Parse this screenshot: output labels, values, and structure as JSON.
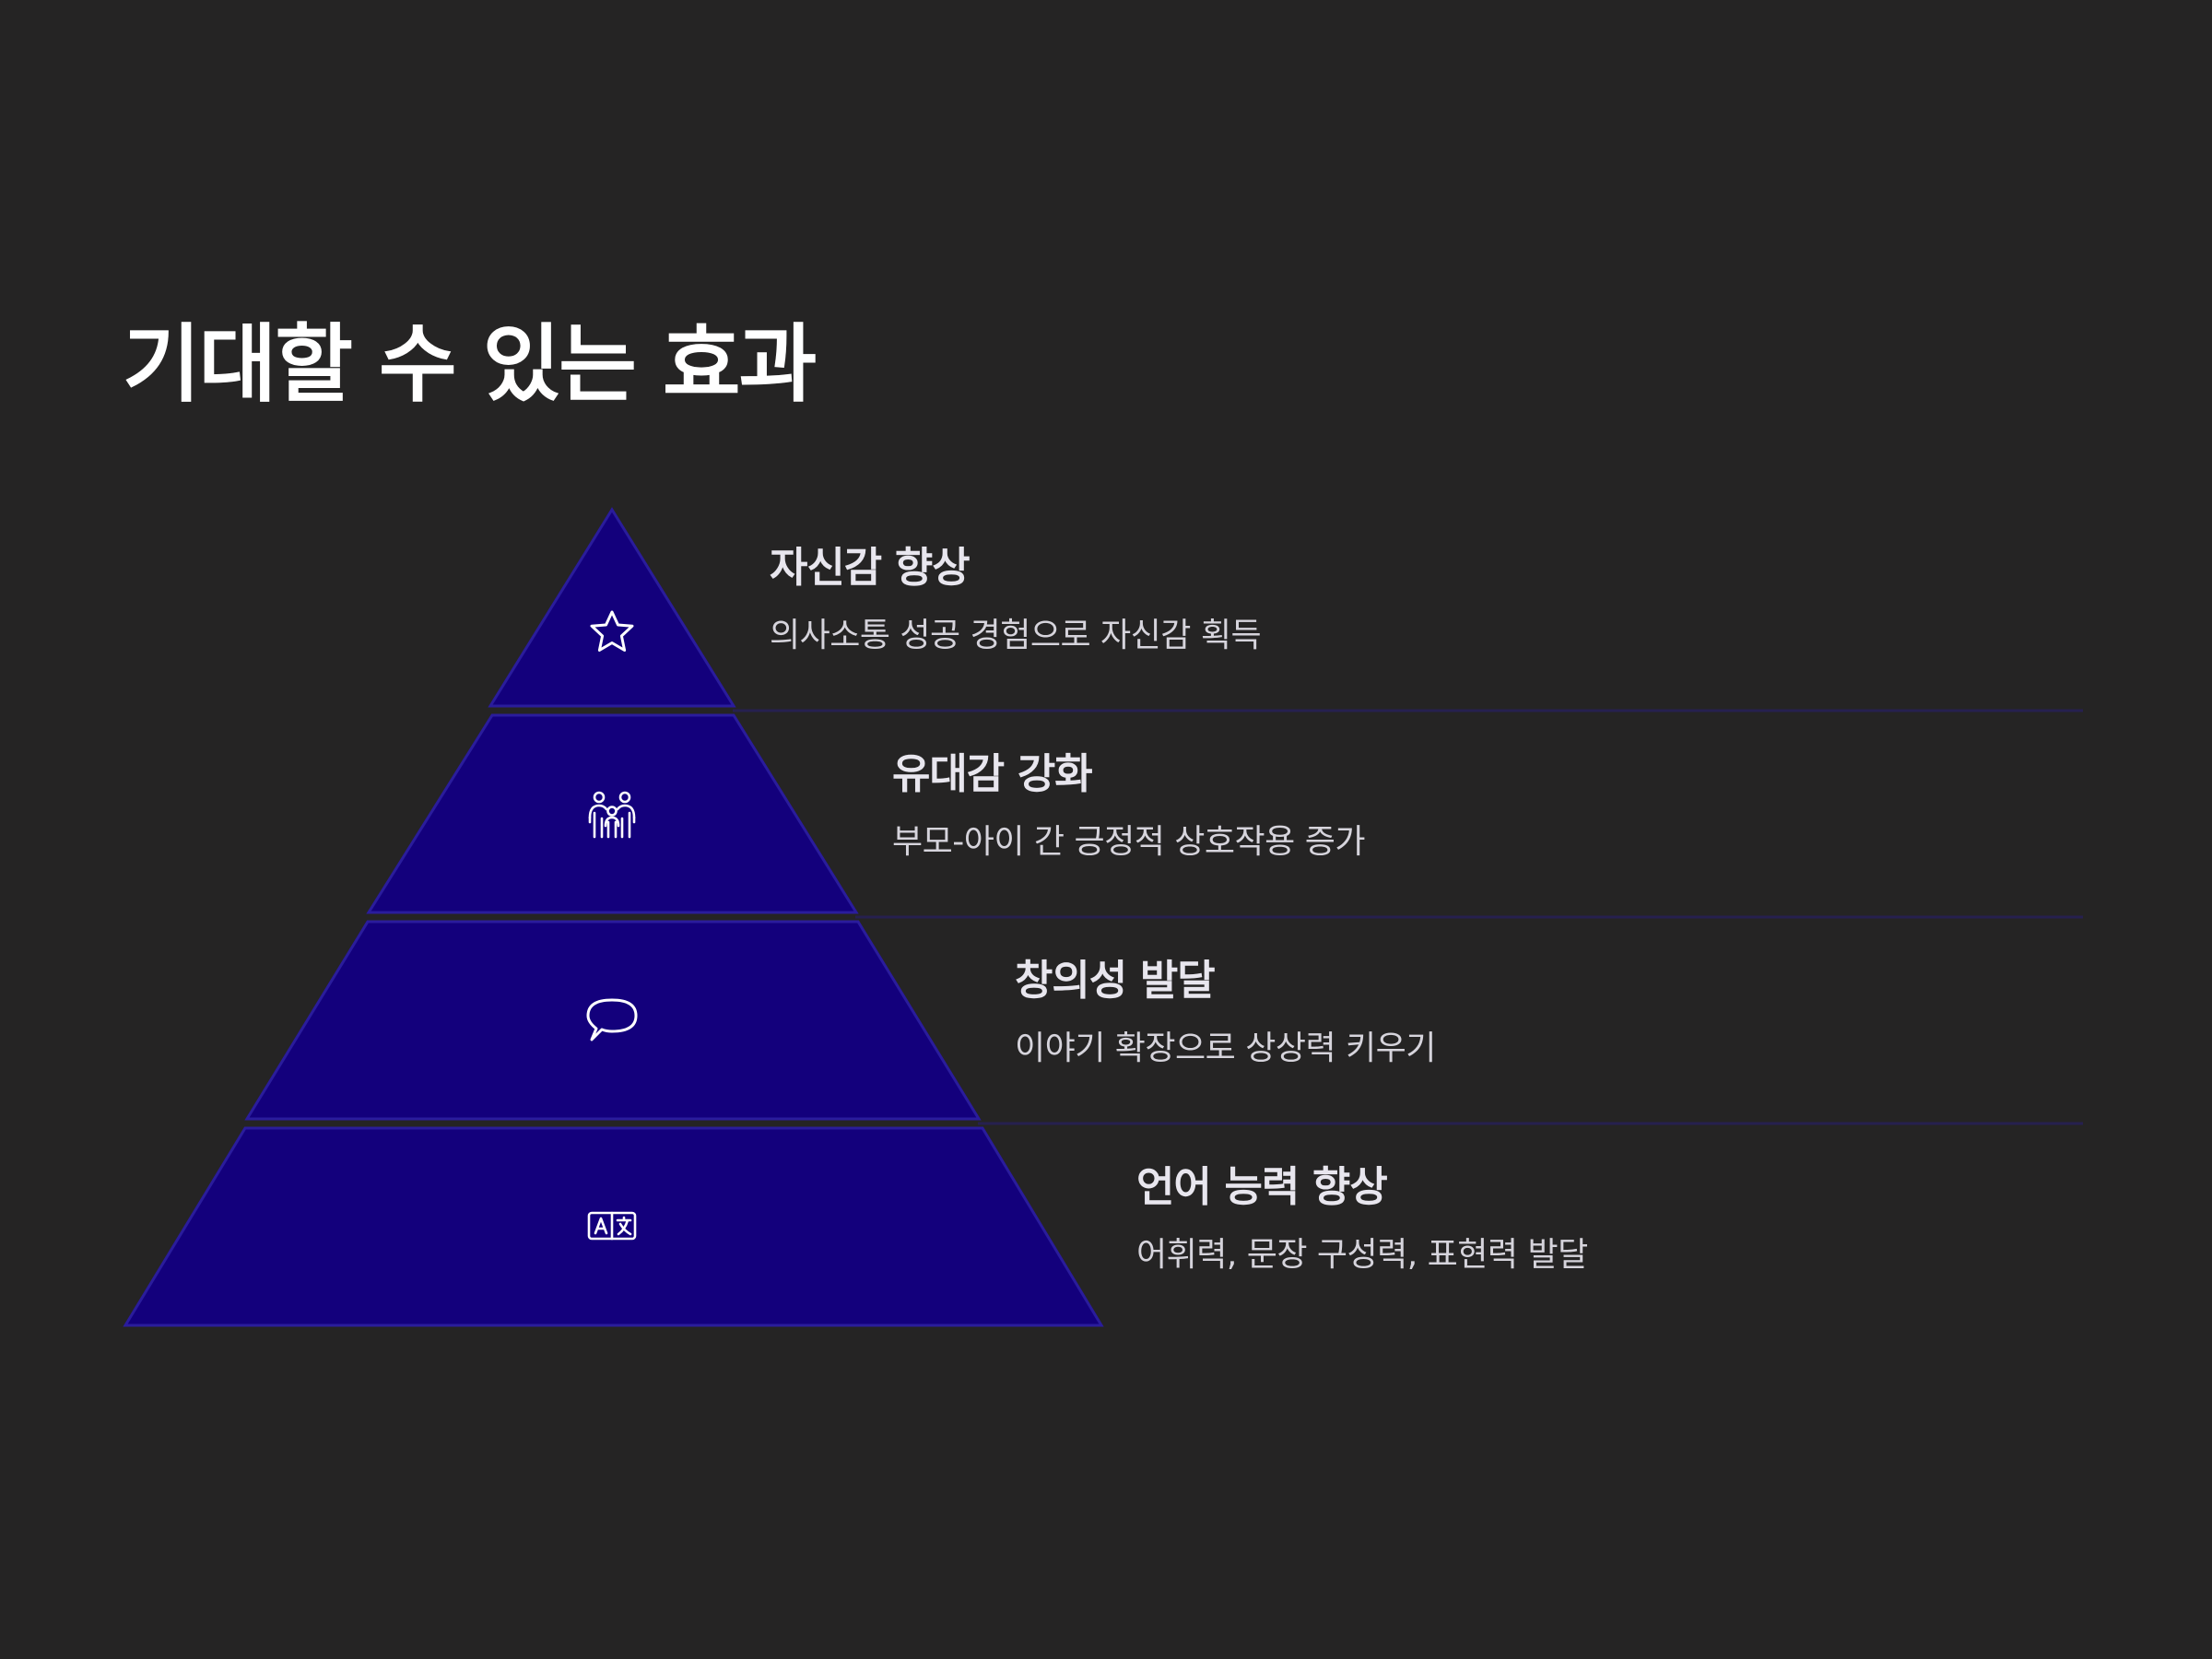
{
  "title": "기대할 수 있는 효과",
  "colors": {
    "background": "#252424",
    "level_fill": "#13007c",
    "level_stroke": "#2a1c9c",
    "divider": "#26204f",
    "icon": "#ffffff"
  },
  "levels": [
    {
      "heading": "자신감 향상",
      "description": "의사소통 성공 경험으로 자신감 획득",
      "icon": "star-icon"
    },
    {
      "heading": "유대감 강화",
      "description": "부모-아이 간 긍정적 상호작용 증가",
      "icon": "family-icon"
    },
    {
      "heading": "창의성 발달",
      "description": "이야기 확장으로 상상력 키우기",
      "icon": "speech-bubble-icon"
    },
    {
      "heading": "언어 능력 향상",
      "description": "어휘력, 문장 구성력, 표현력 발달",
      "icon": "translate-icon"
    }
  ]
}
